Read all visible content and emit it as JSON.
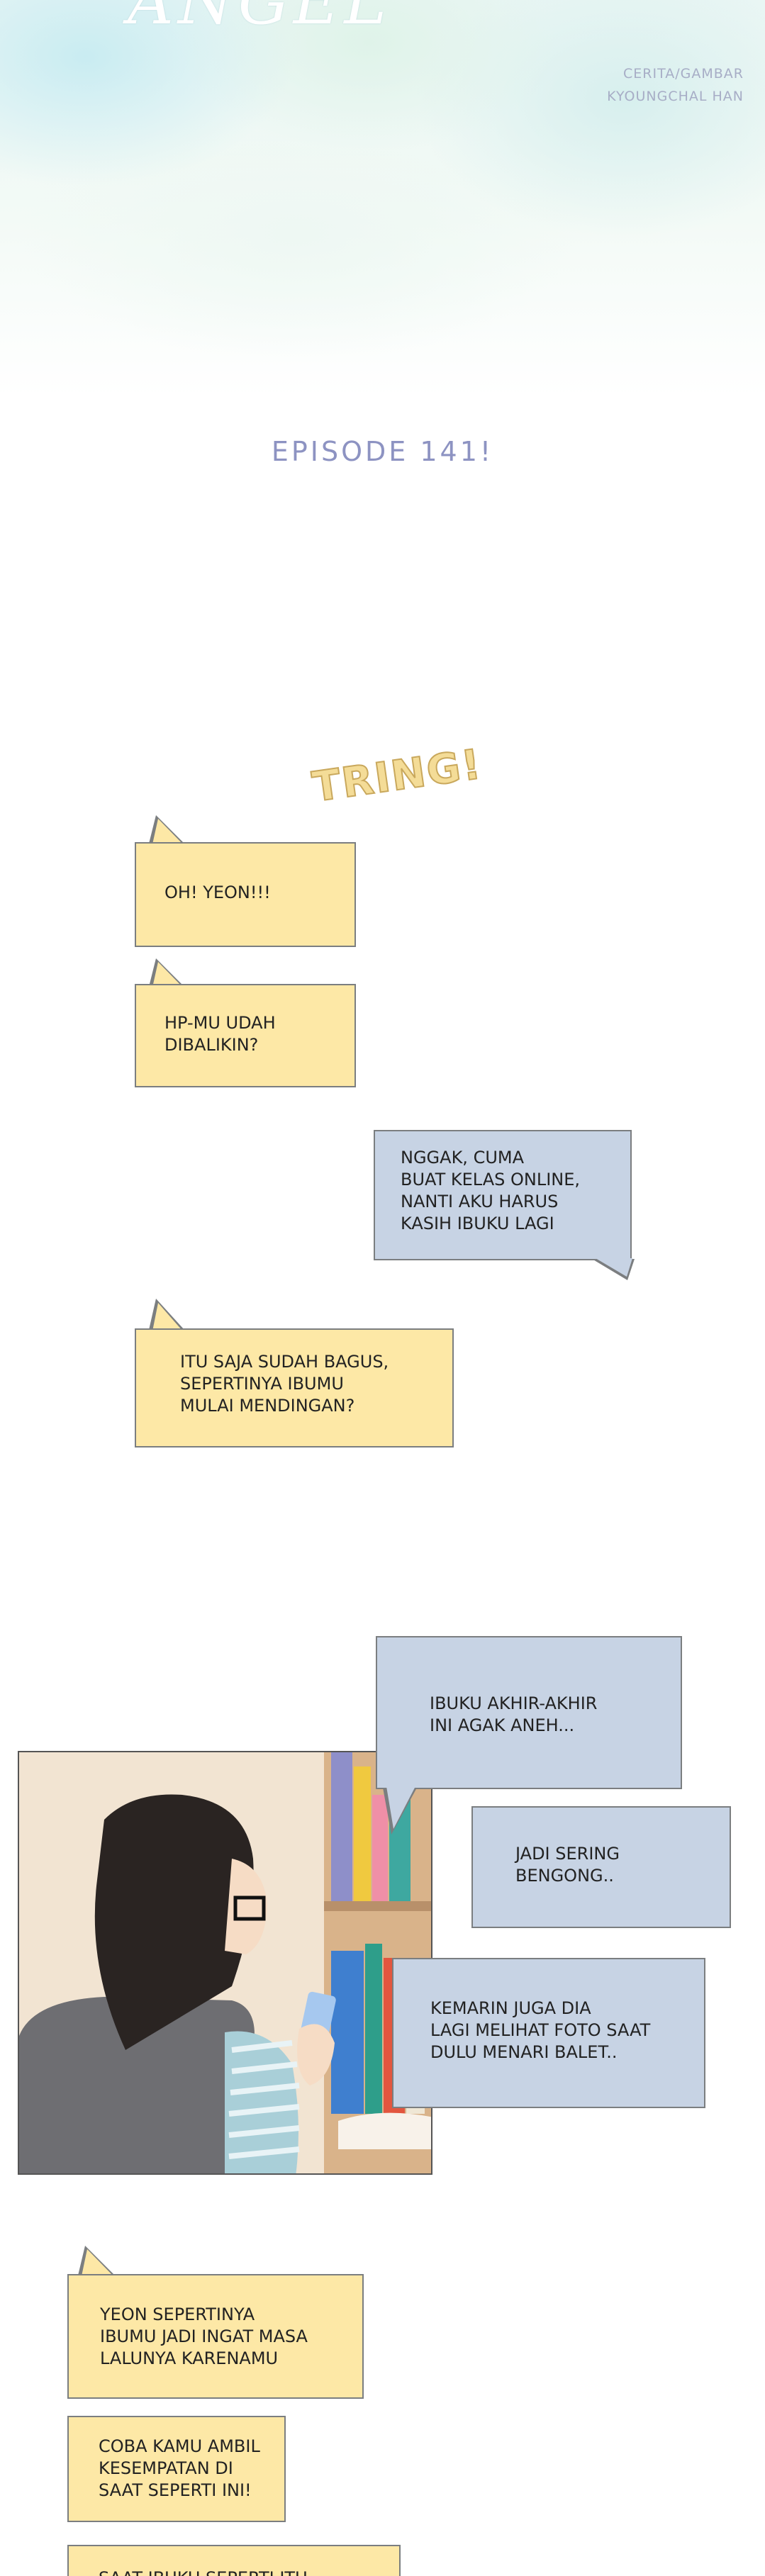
{
  "header": {
    "title_fragment": "ANGEL",
    "credit_line1": "CERITA/GAMBAR",
    "credit_line2": "KYOUNGCHAL HAN"
  },
  "episode": "EPISODE 141!",
  "sfx": "TRING!",
  "chat": [
    {
      "speaker": "friend",
      "text": "OH! YEON!!!"
    },
    {
      "speaker": "friend",
      "text": "HP-MU UDAH\nDIBALIKIN?"
    },
    {
      "speaker": "yeon",
      "text": "NGGAK, CUMA\nBUAT KELAS ONLINE,\nNANTI AKU HARUS\nKASIH IBUKU LAGI"
    },
    {
      "speaker": "friend",
      "text": "ITU SAJA SUDAH BAGUS,\nSEPERTINYA IBUMU\nMULAI MENDINGAN?"
    },
    {
      "speaker": "yeon",
      "text": "IBUKU AKHIR-AKHIR\nINI AGAK ANEH..."
    },
    {
      "speaker": "yeon",
      "text": "JADI SERING\nBENGONG.."
    },
    {
      "speaker": "yeon",
      "text": "KEMARIN JUGA DIA\nLAGI MELIHAT FOTO SAAT\nDULU MENARI BALET.."
    },
    {
      "speaker": "friend",
      "text": "YEON SEPERTINYA\nIBUMU JADI INGAT MASA\nLALUNYA KARENAMU"
    },
    {
      "speaker": "friend",
      "text": "COBA KAMU AMBIL\nKESEMPATAN DI\nSAAT SEPERTI INI!"
    },
    {
      "speaker": "friend",
      "text": "SAAT IBUKU SEPERTI ITU"
    }
  ],
  "colors": {
    "friend_bubble": "#fde8a6",
    "yeon_bubble": "#c7d3e4",
    "episode_text": "#8d93c2"
  }
}
